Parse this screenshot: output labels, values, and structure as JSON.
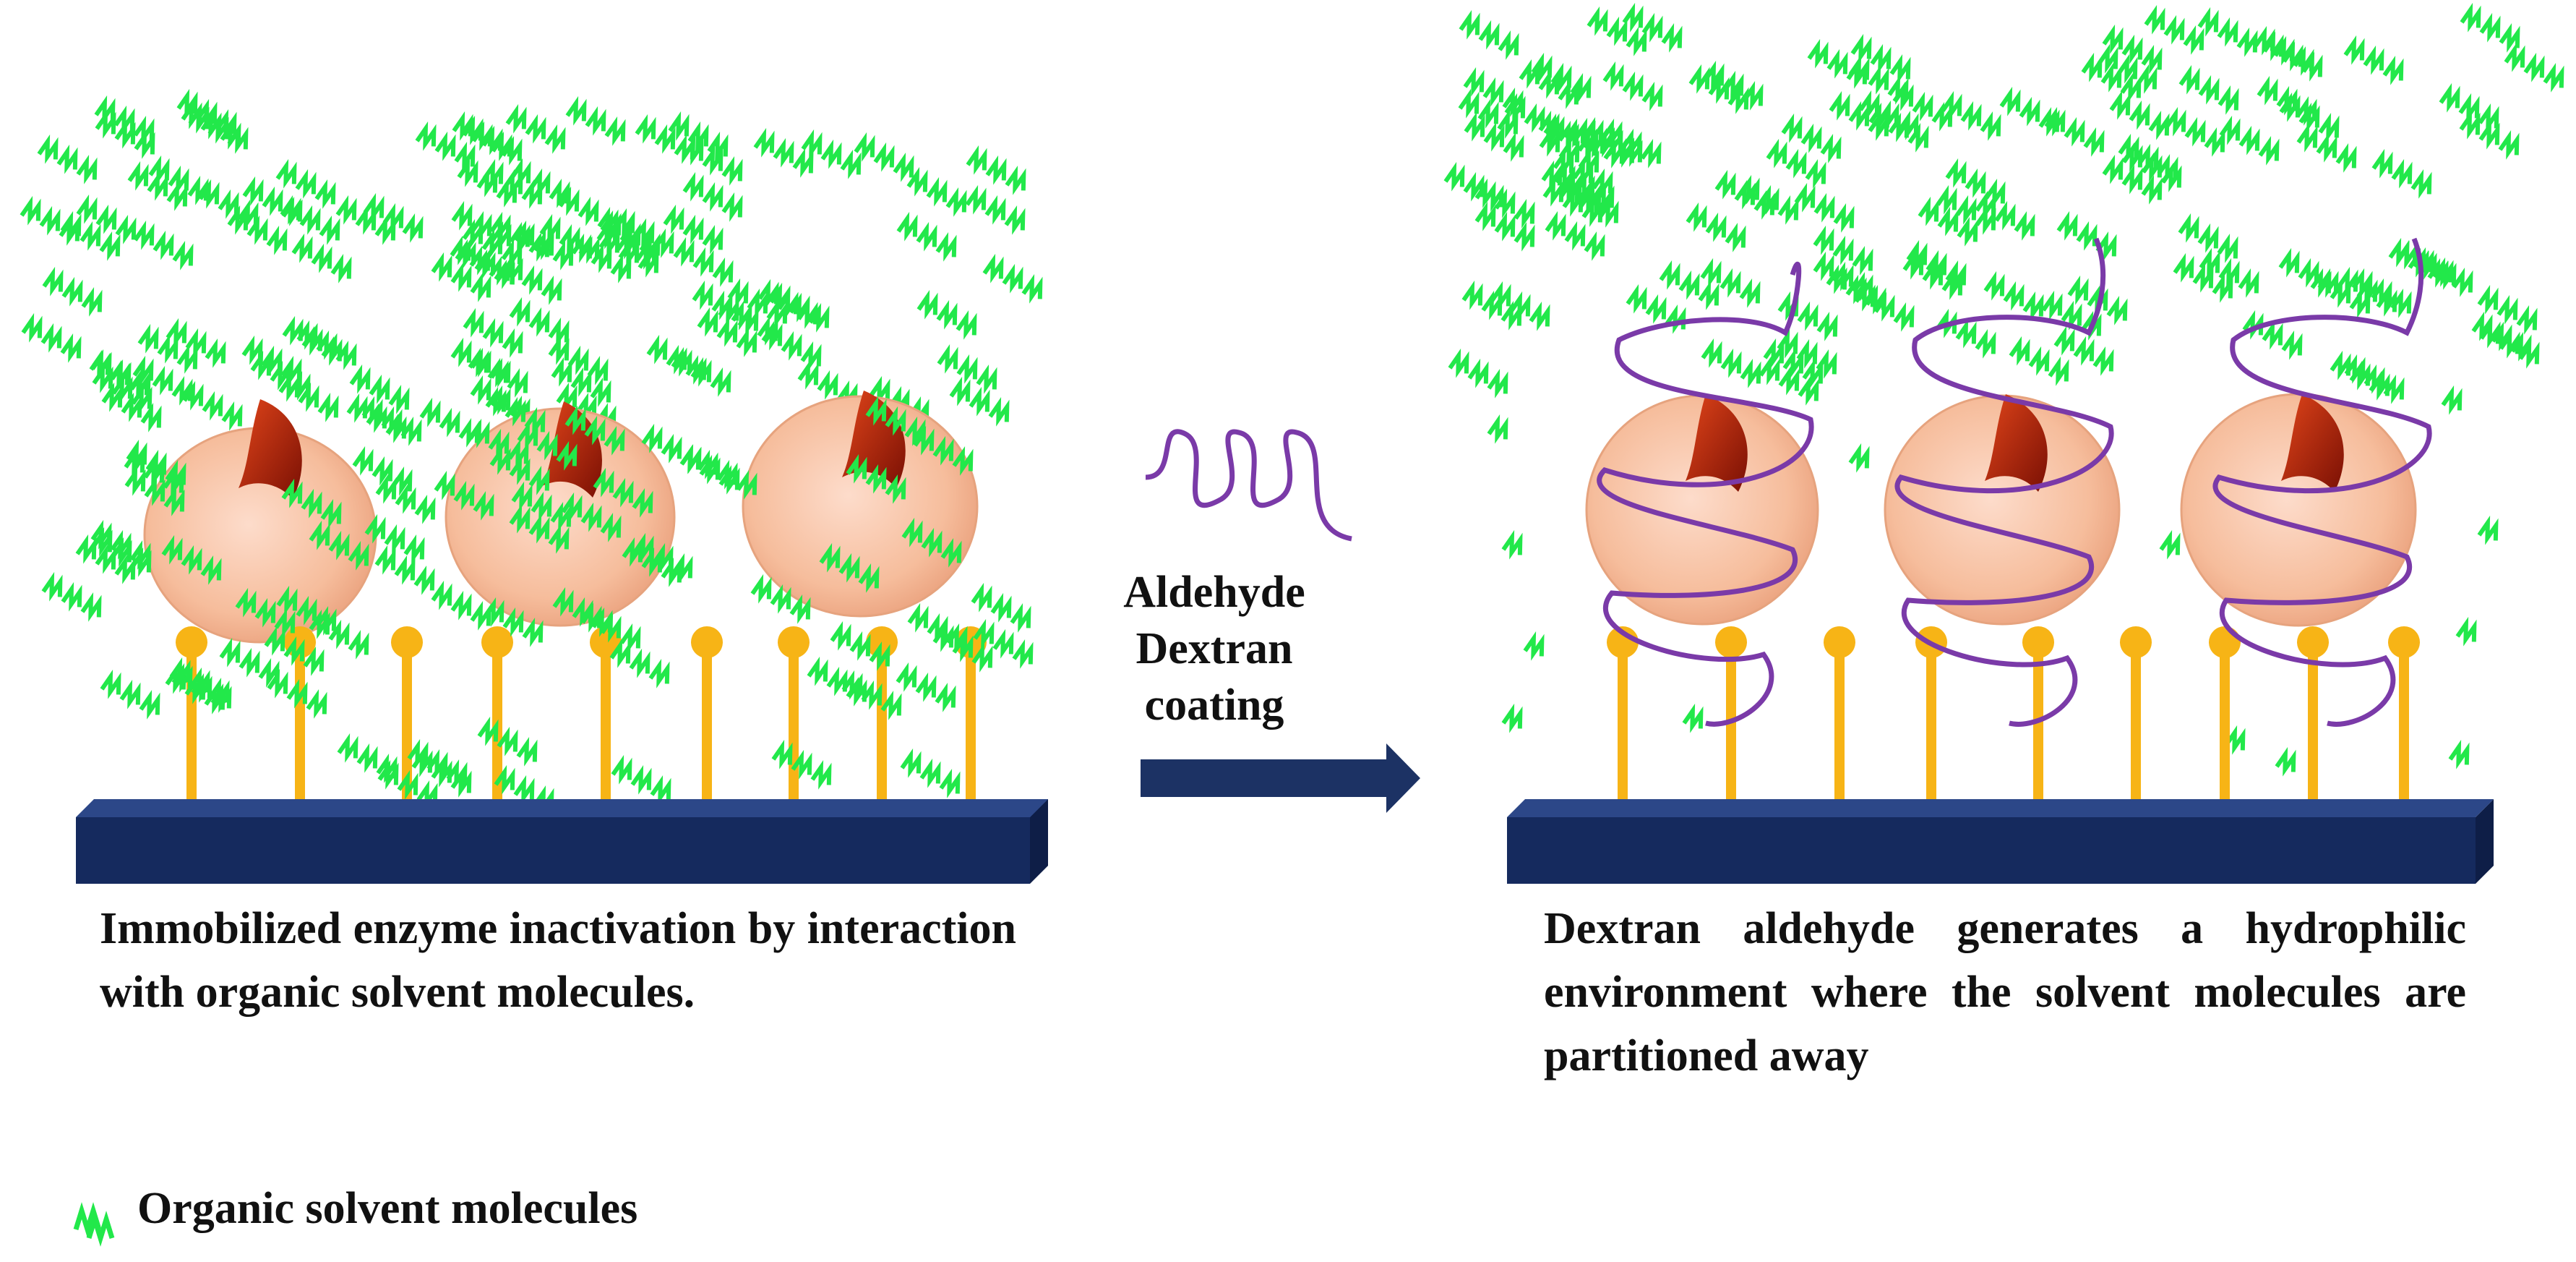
{
  "left_panel": {
    "caption": "Immobilized enzyme inactivation by interaction with organic solvent molecules."
  },
  "right_panel": {
    "caption": "Dextran aldehyde generates a hydrophilic environment where the solvent molecules are partitioned  away"
  },
  "arrow": {
    "line1": "Aldehyde",
    "line2": "Dextran",
    "line3": "coating"
  },
  "legend": {
    "label": "Organic solvent molecules",
    "icon": "solvent-molecule-icon"
  },
  "colors": {
    "solvent": "#22e84a",
    "enzyme": "#f9c6a8",
    "active_site": "#b32408",
    "linker": "#f7b416",
    "support": "#152a5e",
    "dextran": "#7a3aa8",
    "arrow": "#1c3264"
  }
}
